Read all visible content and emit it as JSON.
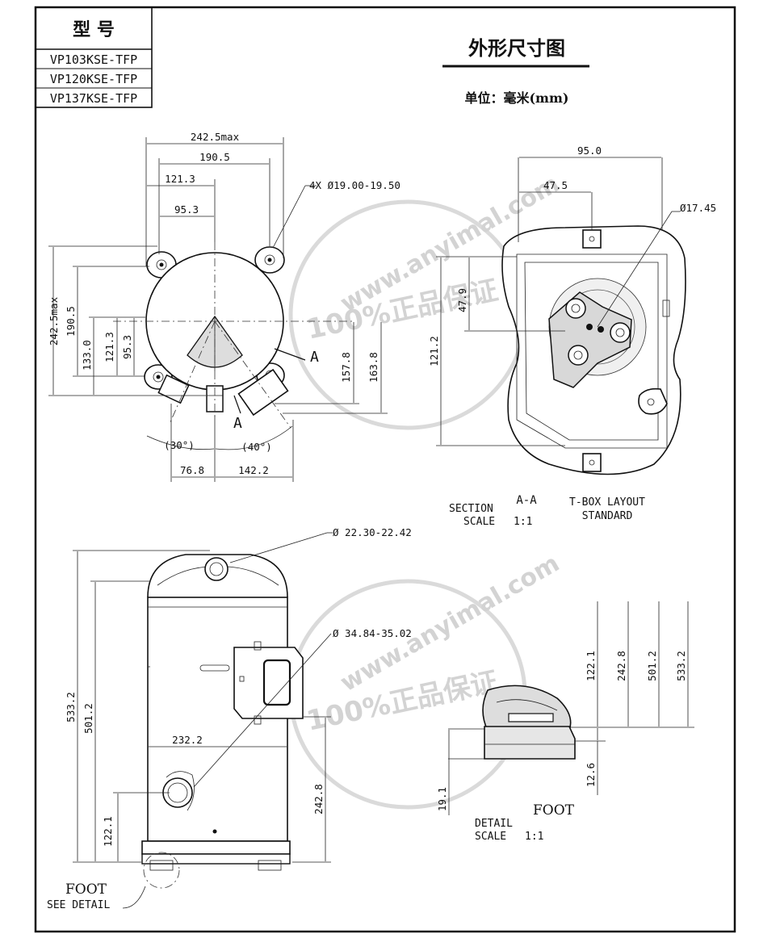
{
  "model_table": {
    "header": "型 号",
    "models": [
      "VP103KSE-TFP",
      "VP120KSE-TFP",
      "VP137KSE-TFP"
    ]
  },
  "title": "外形尺寸图",
  "unit": "单位：毫米(mm)",
  "top_view": {
    "width_max": "242.5max",
    "d_190": "190.5",
    "d_121": "121.3",
    "d_95": "95.3",
    "holes": "4X Ø19.00-19.50",
    "h_max": "242.5max",
    "h_190": "190.5",
    "h_133": "133.0",
    "h_121": "121.3",
    "h_95": "95.3",
    "h_157": "157.8",
    "h_163": "163.8",
    "angle_30": "(30°)",
    "angle_40": "(40°)",
    "d_76": "76.8",
    "d_142": "142.2",
    "arrow_label": "A"
  },
  "section": {
    "d_95": "95.0",
    "d_47_5": "47.5",
    "dia": "Ø17.45",
    "h_47_9": "47.9",
    "h_121_2": "121.2",
    "section_label": "A-A",
    "section_title": "SECTION",
    "scale_label": "SCALE",
    "scale_value": "1:1",
    "tbox_line1": "T-BOX LAYOUT",
    "tbox_line2": "STANDARD"
  },
  "side_view": {
    "suction": "Ø 22.30-22.42",
    "discharge": "Ø 34.84-35.02",
    "h_533": "533.2",
    "h_501": "501.2",
    "w_232": "232.2",
    "h_242": "242.8",
    "h_122": "122.1",
    "foot": "FOOT",
    "see_detail": "SEE DETAIL"
  },
  "detail": {
    "h_122": "122.1",
    "h_242": "242.8",
    "h_501": "501.2",
    "h_533": "533.2",
    "h_12": "12.6",
    "h_19": "19.1",
    "foot": "FOOT",
    "detail_label": "DETAIL",
    "scale_label": "SCALE",
    "scale_value": "1:1"
  }
}
